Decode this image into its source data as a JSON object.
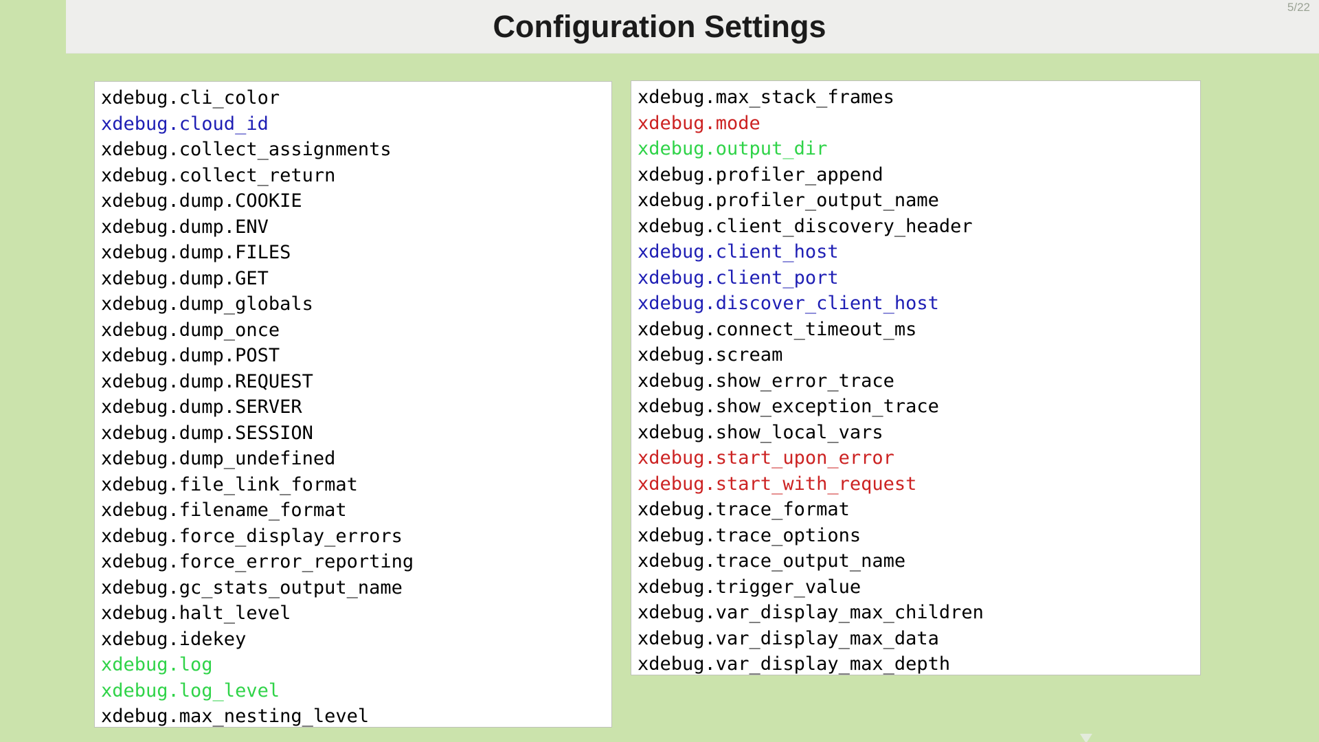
{
  "page_indicator": "5/22",
  "header": {
    "title": "Configuration Settings"
  },
  "colors": {
    "background": "#cbe3ac",
    "header_bg": "#eeeeec",
    "panel_bg": "#ffffff",
    "panel_border": "#bfc2ba",
    "text_black": "#000000",
    "text_blue": "#1e1eb4",
    "text_red": "#cc2222",
    "text_green": "#2fd348",
    "indicator_gray": "#9aa294"
  },
  "panels": [
    {
      "name": "left",
      "items": [
        {
          "label": "xdebug.cli_color",
          "color": "black"
        },
        {
          "label": "xdebug.cloud_id",
          "color": "blue"
        },
        {
          "label": "xdebug.collect_assignments",
          "color": "black"
        },
        {
          "label": "xdebug.collect_return",
          "color": "black"
        },
        {
          "label": "xdebug.dump.COOKIE",
          "color": "black"
        },
        {
          "label": "xdebug.dump.ENV",
          "color": "black"
        },
        {
          "label": "xdebug.dump.FILES",
          "color": "black"
        },
        {
          "label": "xdebug.dump.GET",
          "color": "black"
        },
        {
          "label": "xdebug.dump_globals",
          "color": "black"
        },
        {
          "label": "xdebug.dump_once",
          "color": "black"
        },
        {
          "label": "xdebug.dump.POST",
          "color": "black"
        },
        {
          "label": "xdebug.dump.REQUEST",
          "color": "black"
        },
        {
          "label": "xdebug.dump.SERVER",
          "color": "black"
        },
        {
          "label": "xdebug.dump.SESSION",
          "color": "black"
        },
        {
          "label": "xdebug.dump_undefined",
          "color": "black"
        },
        {
          "label": "xdebug.file_link_format",
          "color": "black"
        },
        {
          "label": "xdebug.filename_format",
          "color": "black"
        },
        {
          "label": "xdebug.force_display_errors",
          "color": "black"
        },
        {
          "label": "xdebug.force_error_reporting",
          "color": "black"
        },
        {
          "label": "xdebug.gc_stats_output_name",
          "color": "black"
        },
        {
          "label": "xdebug.halt_level",
          "color": "black"
        },
        {
          "label": "xdebug.idekey",
          "color": "black"
        },
        {
          "label": "xdebug.log",
          "color": "green"
        },
        {
          "label": "xdebug.log_level",
          "color": "green"
        },
        {
          "label": "xdebug.max_nesting_level",
          "color": "black"
        }
      ]
    },
    {
      "name": "right",
      "items": [
        {
          "label": "xdebug.max_stack_frames",
          "color": "black"
        },
        {
          "label": "xdebug.mode",
          "color": "red"
        },
        {
          "label": "xdebug.output_dir",
          "color": "green"
        },
        {
          "label": "xdebug.profiler_append",
          "color": "black"
        },
        {
          "label": "xdebug.profiler_output_name",
          "color": "black"
        },
        {
          "label": "xdebug.client_discovery_header",
          "color": "black"
        },
        {
          "label": "xdebug.client_host",
          "color": "blue"
        },
        {
          "label": "xdebug.client_port",
          "color": "blue"
        },
        {
          "label": "xdebug.discover_client_host",
          "color": "blue"
        },
        {
          "label": "xdebug.connect_timeout_ms",
          "color": "black"
        },
        {
          "label": "xdebug.scream",
          "color": "black"
        },
        {
          "label": "xdebug.show_error_trace",
          "color": "black"
        },
        {
          "label": "xdebug.show_exception_trace",
          "color": "black"
        },
        {
          "label": "xdebug.show_local_vars",
          "color": "black"
        },
        {
          "label": "xdebug.start_upon_error",
          "color": "red"
        },
        {
          "label": "xdebug.start_with_request",
          "color": "red"
        },
        {
          "label": "xdebug.trace_format",
          "color": "black"
        },
        {
          "label": "xdebug.trace_options",
          "color": "black"
        },
        {
          "label": "xdebug.trace_output_name",
          "color": "black"
        },
        {
          "label": "xdebug.trigger_value",
          "color": "black"
        },
        {
          "label": "xdebug.var_display_max_children",
          "color": "black"
        },
        {
          "label": "xdebug.var_display_max_data",
          "color": "black"
        },
        {
          "label": "xdebug.var_display_max_depth",
          "color": "black"
        }
      ]
    }
  ]
}
